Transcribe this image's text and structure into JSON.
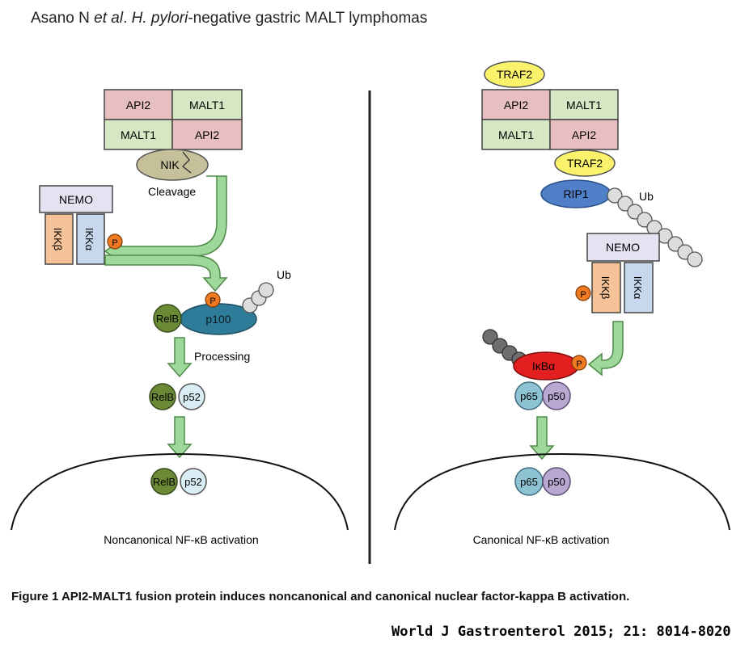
{
  "header": {
    "author": "Asano N ",
    "etal": "et al",
    "dot1": ". ",
    "species": "H. pylori",
    "title_rest": "-negative gastric MALT lymphomas"
  },
  "left": {
    "api2_a": "API2",
    "malt1_a": "MALT1",
    "malt1_b": "MALT1",
    "api2_b": "API2",
    "nik": "NIK",
    "cleavage": "Cleavage",
    "nemo": "NEMO",
    "ikkb": "IKKβ",
    "ikka": "IKKα",
    "p": "P",
    "p_b": "P",
    "ub": "Ub",
    "relb": "RelB",
    "p100": "p100",
    "processing": "Processing",
    "relb2": "RelB",
    "p52": "p52",
    "relb3": "RelB",
    "p52b": "p52",
    "label": "Noncanonical NF-κB activation"
  },
  "right": {
    "traf2_top": "TRAF2",
    "api2_a": "API2",
    "malt1_a": "MALT1",
    "malt1_b": "MALT1",
    "api2_b": "API2",
    "traf2_bottom": "TRAF2",
    "rip1": "RIP1",
    "ub": "Ub",
    "nemo": "NEMO",
    "ikkb": "IKKβ",
    "ikka": "IKKα",
    "p": "P",
    "p_b": "P",
    "ikba": "IκBα",
    "p65": "p65",
    "p50": "p50",
    "p65b": "p65",
    "p50b": "p50",
    "label": "Canonical NF-κB activation"
  },
  "caption": "Figure 1 API2-MALT1 fusion protein induces noncanonical and canonical nuclear factor-kappa B activation.",
  "citation": "World J Gastroenterol 2015; 21: 8014-8020",
  "colors": {
    "api2": "#e8bfc0",
    "malt1": "#d5e8c3",
    "traf2": "#fbf26b",
    "nik": "#c6c09a",
    "nemo": "#e5e2f2",
    "ikkb": "#f6c398",
    "ikka": "#c6d7ee",
    "phospho": "#f07a22",
    "arrow": "#9ed89a",
    "relb": "#6b8a35",
    "p100": "#2f7c9a",
    "p52": "#d9edf4",
    "rip1": "#4f80c8",
    "ikba": "#e41f1f",
    "p65": "#8ec3d4",
    "p50": "#b9a9d2"
  }
}
